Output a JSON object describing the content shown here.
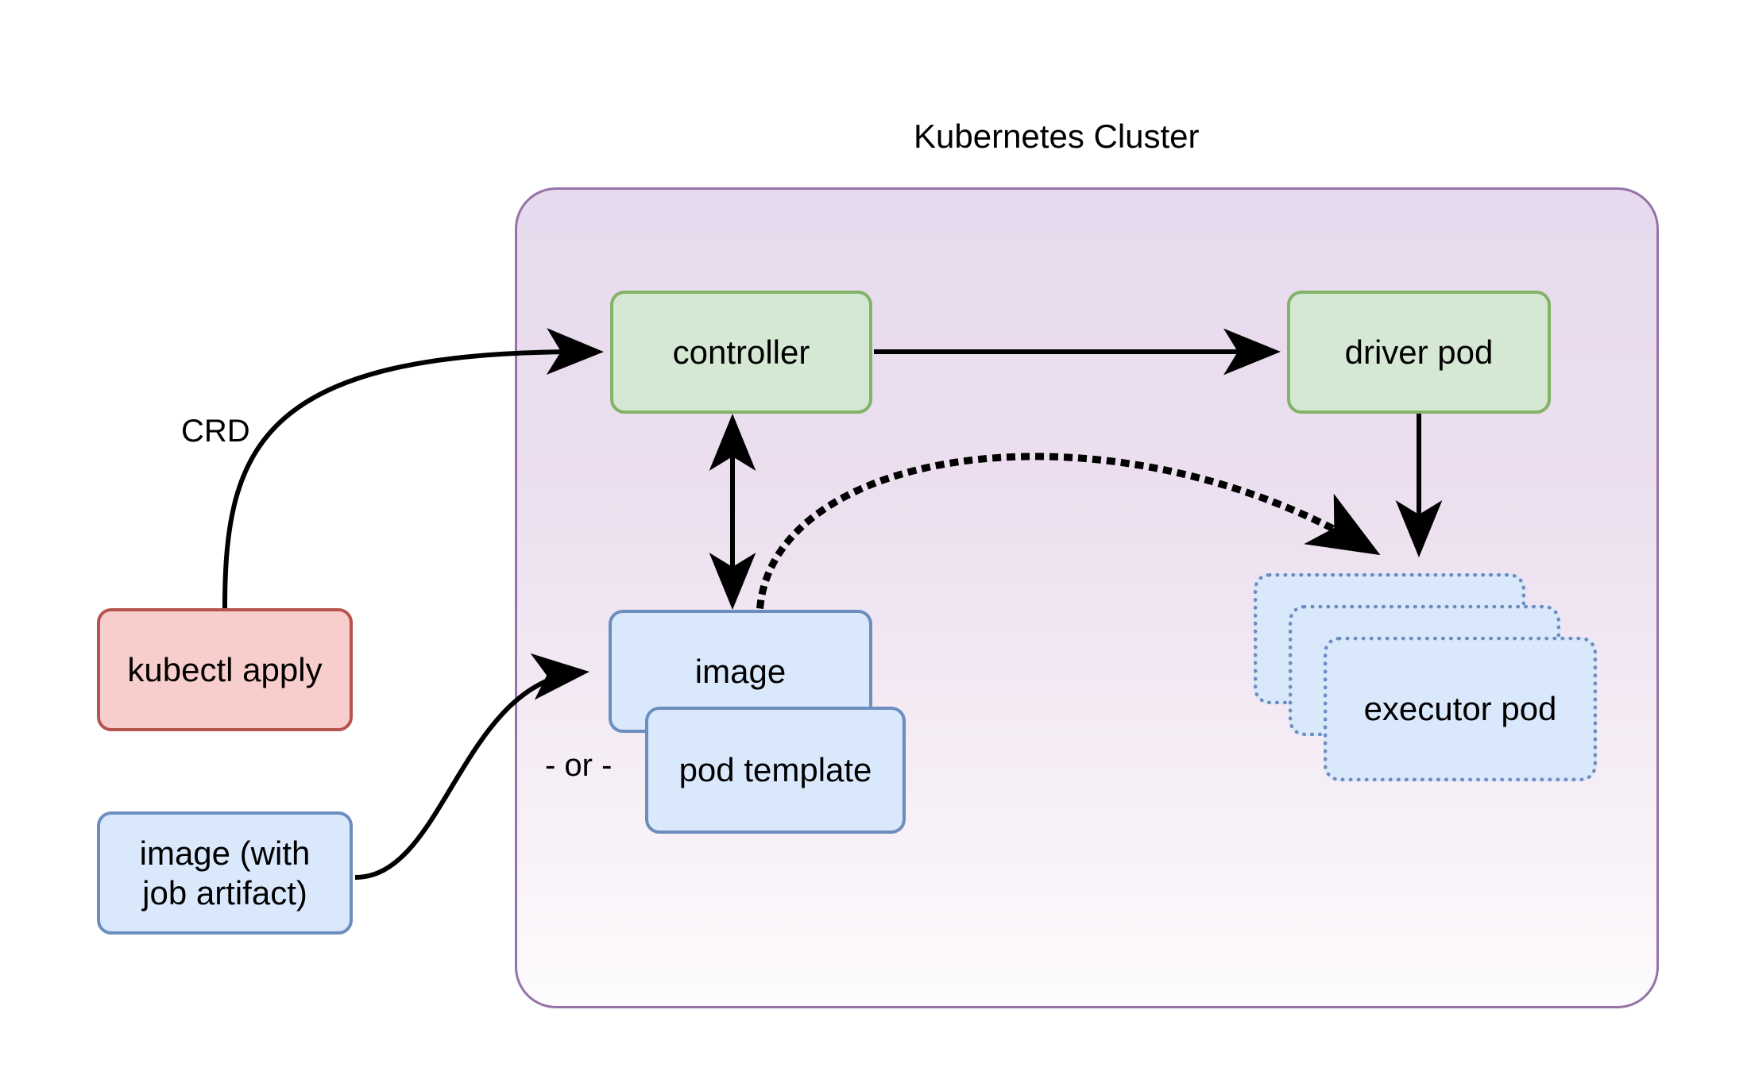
{
  "diagram": {
    "title": "Kubernetes Cluster",
    "background_color": "#ffffff"
  },
  "cluster": {
    "label": "Kubernetes Cluster",
    "border_color": "#9673a6",
    "fill_gradient_top": "#e6d9ec",
    "fill_gradient_bottom": "#fdfbfd"
  },
  "external_nodes": {
    "kubectl_apply": {
      "label": "kubectl apply",
      "fill": "#f8cecc",
      "stroke": "#b85450"
    },
    "image_with_job_artifact": {
      "label": "image (with\njob artifact)",
      "line1": "image (with",
      "line2": "job artifact)",
      "fill": "#dae8fc",
      "stroke": "#6c8ebf"
    }
  },
  "cluster_nodes": {
    "controller": {
      "label": "controller",
      "fill": "#d5e8d4",
      "stroke": "#82b366"
    },
    "driver_pod": {
      "label": "driver pod",
      "fill": "#d5e8d4",
      "stroke": "#82b366"
    },
    "image": {
      "label": "image",
      "fill": "#dae8fc",
      "stroke": "#6c8ebf"
    },
    "pod_template": {
      "label": "pod template",
      "fill": "#dae8fc",
      "stroke": "#6c8ebf"
    },
    "executor_pods": {
      "label": "executor pod",
      "count": 3,
      "fill": "#dae8fc",
      "stroke": "#6c8ebf",
      "border_style": "dotted"
    }
  },
  "edge_labels": {
    "crd": "CRD",
    "or": "- or -"
  },
  "edges": [
    {
      "from": "kubectl apply",
      "to": "controller",
      "style": "solid-curved",
      "label": "CRD"
    },
    {
      "from": "controller",
      "to": "driver pod",
      "style": "solid-straight",
      "label": ""
    },
    {
      "from": "controller",
      "to": "image",
      "style": "solid-bidirectional",
      "label": ""
    },
    {
      "from": "image (with job artifact)",
      "to": "image",
      "style": "solid-curved",
      "label": ""
    },
    {
      "from": "image",
      "to": "executor pod",
      "style": "dotted-curved",
      "label": ""
    },
    {
      "from": "driver pod",
      "to": "executor pod",
      "style": "solid-straight",
      "label": ""
    }
  ]
}
